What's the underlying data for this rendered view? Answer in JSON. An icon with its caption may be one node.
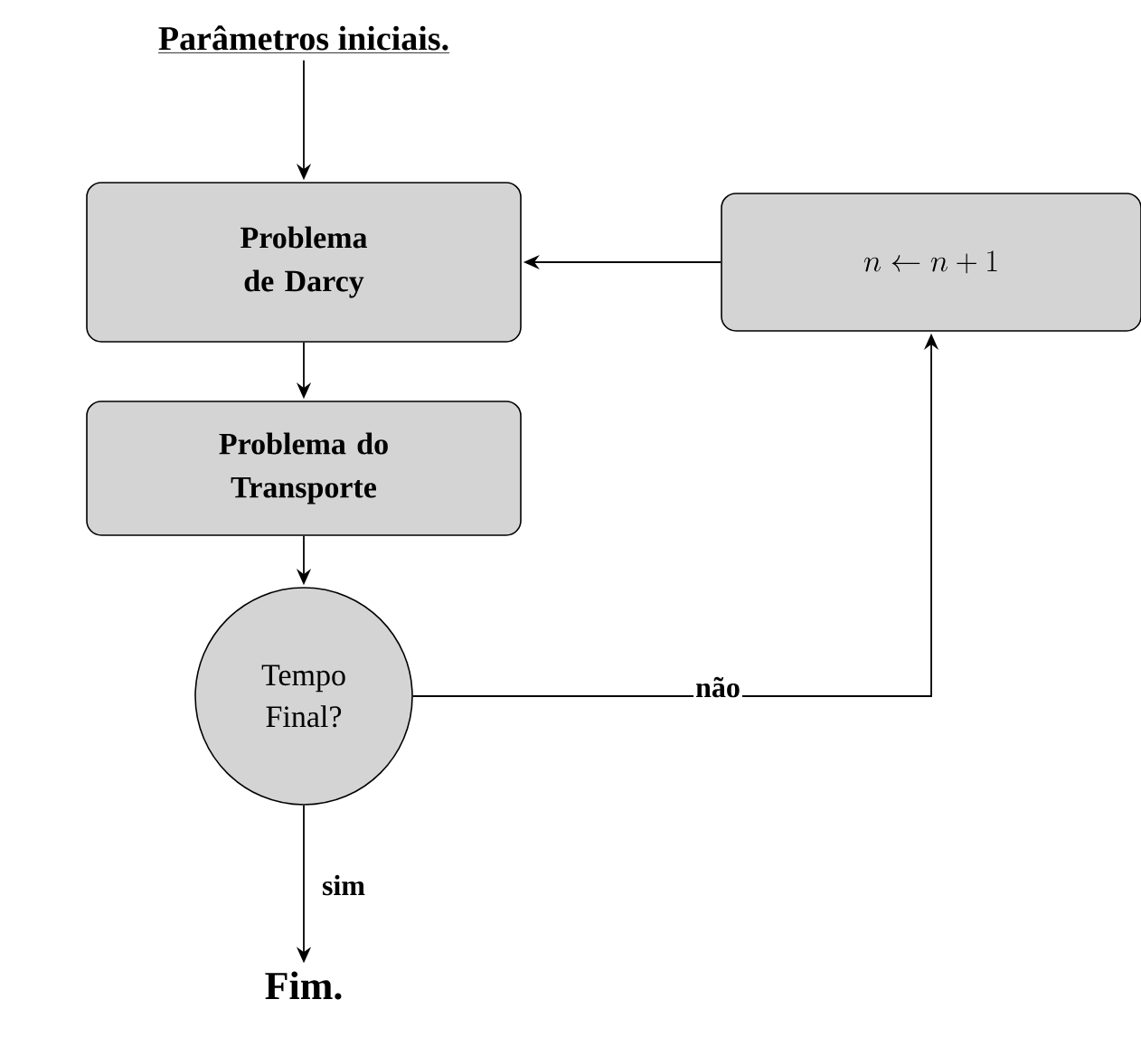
{
  "diagram": {
    "nodes": [
      {
        "text": [
          "Parâmetros iniciais."
        ]
      },
      {
        "text": [
          "Problema de Darcy"
        ]
      },
      {
        "text": [
          "Problema do Transporte"
        ]
      },
      {
        "text": [
          "Tempo Final?"
        ]
      },
      {
        "text": [
          "n \\leftarrow n+1"
        ]
      },
      {
        "text": [
          "Fim."
        ]
      }
    ],
    "edges": [
      {
        "from": 0,
        "to": 1,
        "arrow": "to"
      },
      {
        "from": 1,
        "to": 2,
        "arrow": "to"
      },
      {
        "from": 2,
        "to": 3,
        "arrow": "to"
      },
      {
        "from": 3,
        "to": 5,
        "arrow": "to",
        "label": "sim"
      },
      {
        "from": 3,
        "to": 4,
        "arrow": "to",
        "label": "não"
      },
      {
        "from": 4,
        "to": 1,
        "arrow": "to"
      }
    ]
  }
}
